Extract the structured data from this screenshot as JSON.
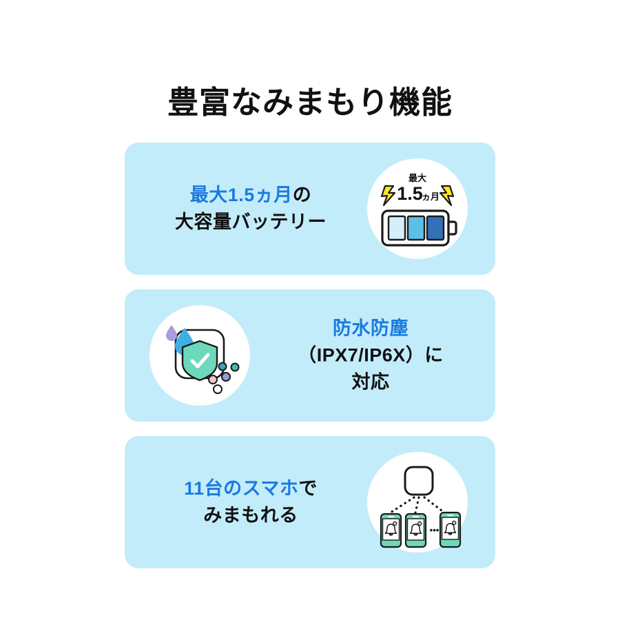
{
  "page": {
    "title": "豊富なみまもり機能",
    "background_color": "#ffffff",
    "accent_blue": "#1b7ae0",
    "card_background": "#c3ecfa",
    "text_color": "#111111"
  },
  "cards": [
    {
      "id": "battery",
      "icon_name": "battery-icon",
      "icon_position": "right",
      "lines": [
        {
          "highlight": "最大1.5ヵ月",
          "plain": "の"
        },
        {
          "highlight": "",
          "plain": "大容量バッテリー"
        }
      ],
      "icon": {
        "label_small": "最大",
        "label_value": "1.5",
        "label_unit": "ヵ月",
        "cell_colors": [
          "#d6eef8",
          "#5bc0e8",
          "#3470b8"
        ],
        "bolt_color": "#ffe81f",
        "outline_color": "#1a1a1a"
      }
    },
    {
      "id": "waterproof",
      "icon_name": "waterproof-shield-icon",
      "icon_position": "left",
      "lines": [
        {
          "highlight": "防水防塵",
          "plain": ""
        },
        {
          "highlight": "",
          "plain": "（IPX7/IP6X）に"
        },
        {
          "highlight": "",
          "plain": "対応"
        }
      ],
      "icon": {
        "shield_color": "#6ed8bc",
        "droplet_blue": "#3fb0e5",
        "droplet_purple": "#a99ddb",
        "dot_pink": "#f3c3cd",
        "dot_teal": "#41b9b0",
        "dot_purple": "#9a9bd4",
        "outline_color": "#1a1a1a"
      }
    },
    {
      "id": "multi-phone",
      "icon_name": "multi-phone-icon",
      "icon_position": "right",
      "lines": [
        {
          "highlight": "11台のスマホ",
          "plain": "で"
        },
        {
          "highlight": "",
          "plain": "みまもれる"
        }
      ],
      "icon": {
        "phone_color": "#6ed8bc",
        "badge_color": "#f4b6c2",
        "outline_color": "#1a1a1a",
        "ellipsis": "•••"
      }
    }
  ]
}
